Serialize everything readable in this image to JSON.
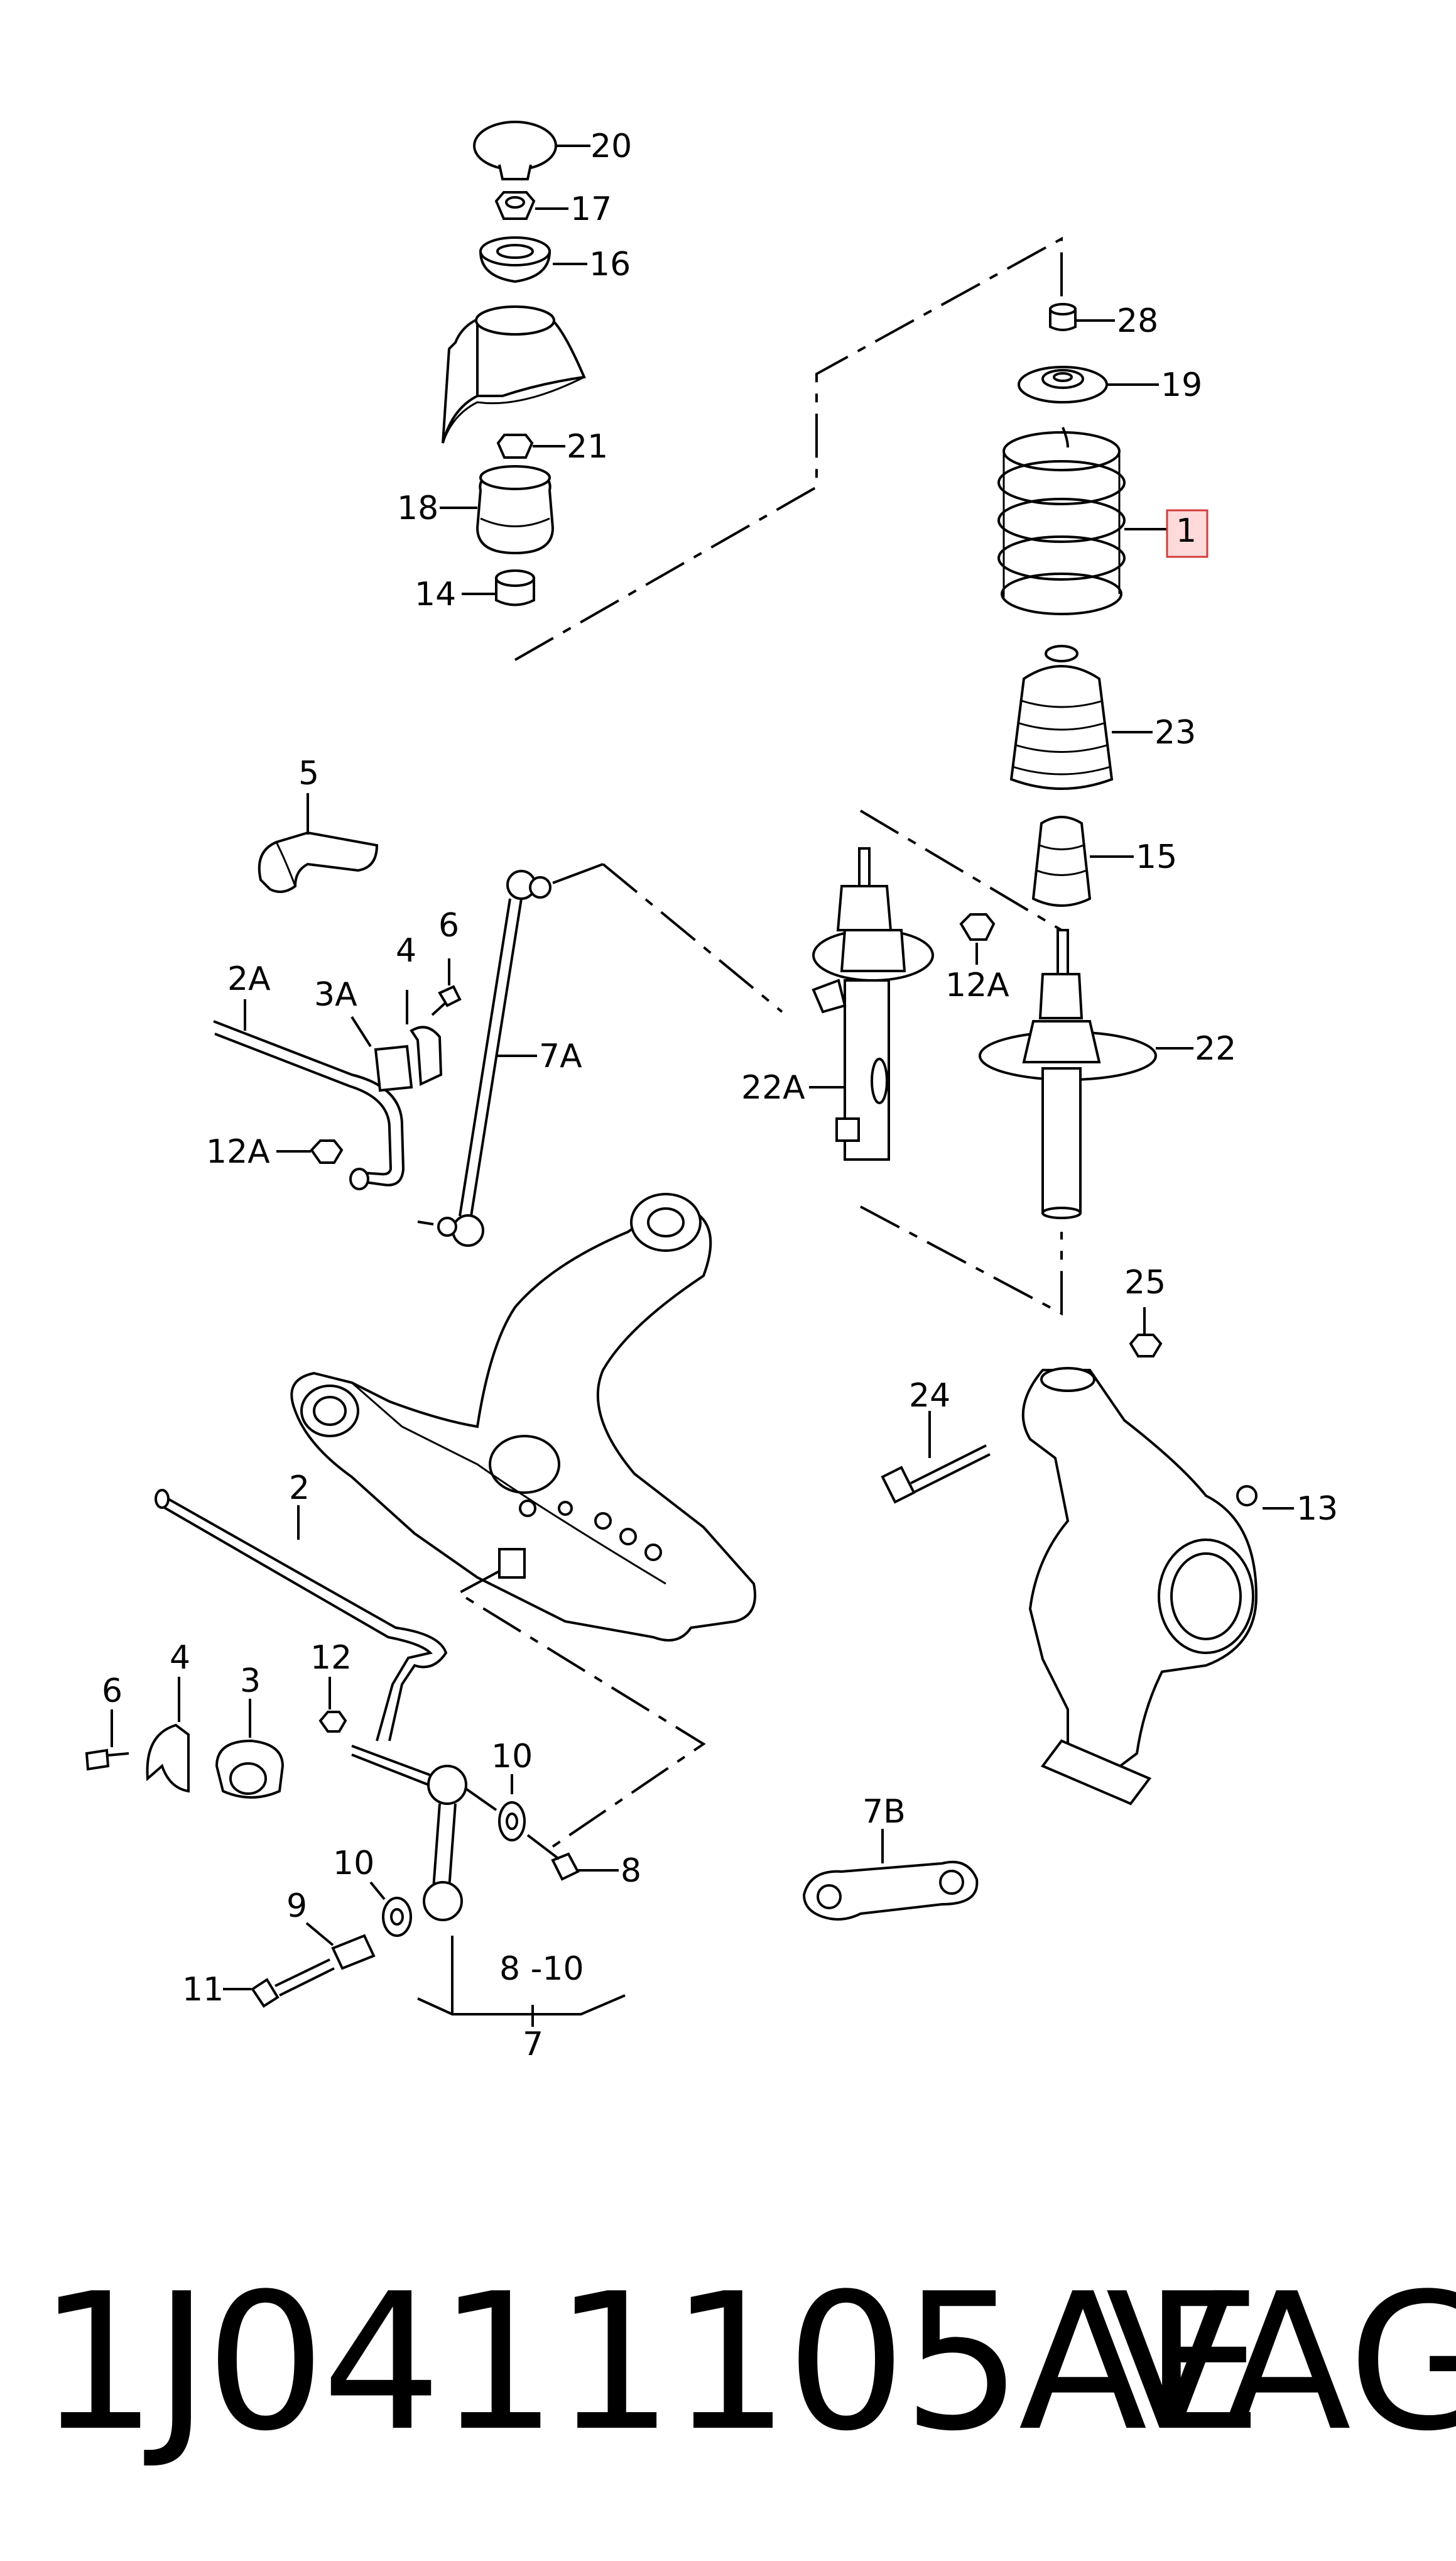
{
  "callouts": {
    "c20": "20",
    "c17": "17",
    "c16": "16",
    "c21": "21",
    "c18": "18",
    "c14": "14",
    "c28": "28",
    "c19": "19",
    "c1": "1",
    "c23": "23",
    "c15": "15",
    "c22": "22",
    "c22A": "22A",
    "c12A_top": "12A",
    "c5": "5",
    "c4_top": "4",
    "c6_top": "6",
    "c2A": "2A",
    "c3A": "3A",
    "c7A": "7A",
    "c12A_left": "12A",
    "c25": "25",
    "c24": "24",
    "c13": "13",
    "c2": "2",
    "c6": "6",
    "c4": "4",
    "c3": "3",
    "c12": "12",
    "c10_top": "10",
    "c10_left": "10",
    "c8": "8",
    "c9": "9",
    "c11": "11",
    "c8_10": "8 -10",
    "c7": "7",
    "c7B": "7B"
  },
  "highlighted_callout": "1",
  "highlight_color": "#ffdada",
  "part_number": "1J0411105AE",
  "brand": "VAG"
}
